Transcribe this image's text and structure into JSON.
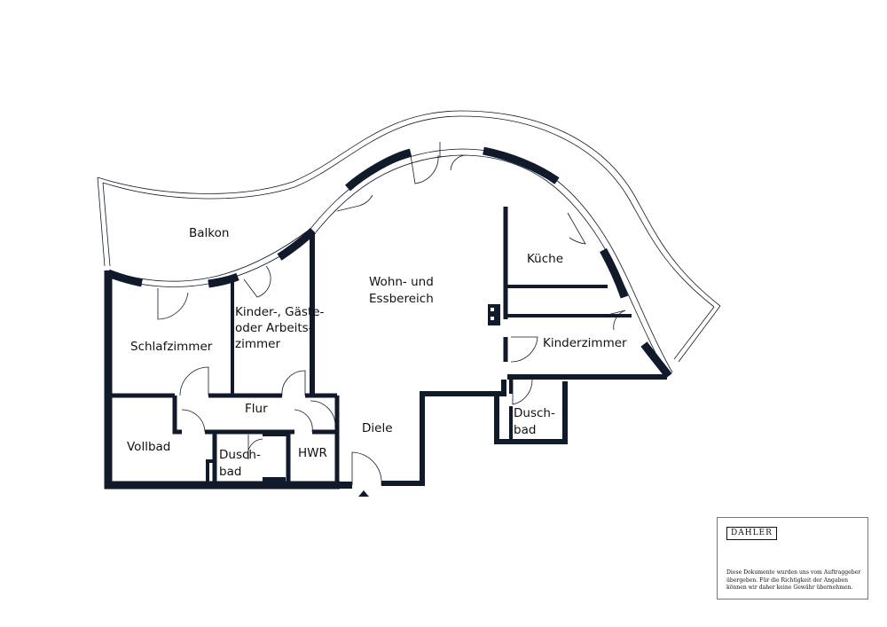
{
  "rooms": {
    "balkon": "Balkon",
    "wohn_line1": "Wohn- und",
    "wohn_line2": "Essbereich",
    "kueche": "Küche",
    "kinderzimmer": "Kinderzimmer",
    "kinder_gaeste_line1": "Kinder-, Gäste-",
    "kinder_gaeste_line2": "oder Arbeits-",
    "kinder_gaeste_line3": "zimmer",
    "schlafzimmer": "Schlafzimmer",
    "flur": "Flur",
    "vollbad": "Vollbad",
    "duschbad_left_line1": "Dusch-",
    "duschbad_left_line2": "bad",
    "hwr": "HWR",
    "diele": "Diele",
    "duschbad_right_line1": "Dusch-",
    "duschbad_right_line2": "bad"
  },
  "logo": "DAHLER",
  "disclaimer": {
    "line1": "Diese Dokumente wurden uns vom Auftraggeber",
    "line2": "übergeben. Für die Richtigkeit der Angaben",
    "line3": "können wir daher keine Gewähr übernehmen."
  },
  "colors": {
    "wall": "#111a2b",
    "background": "#ffffff"
  }
}
